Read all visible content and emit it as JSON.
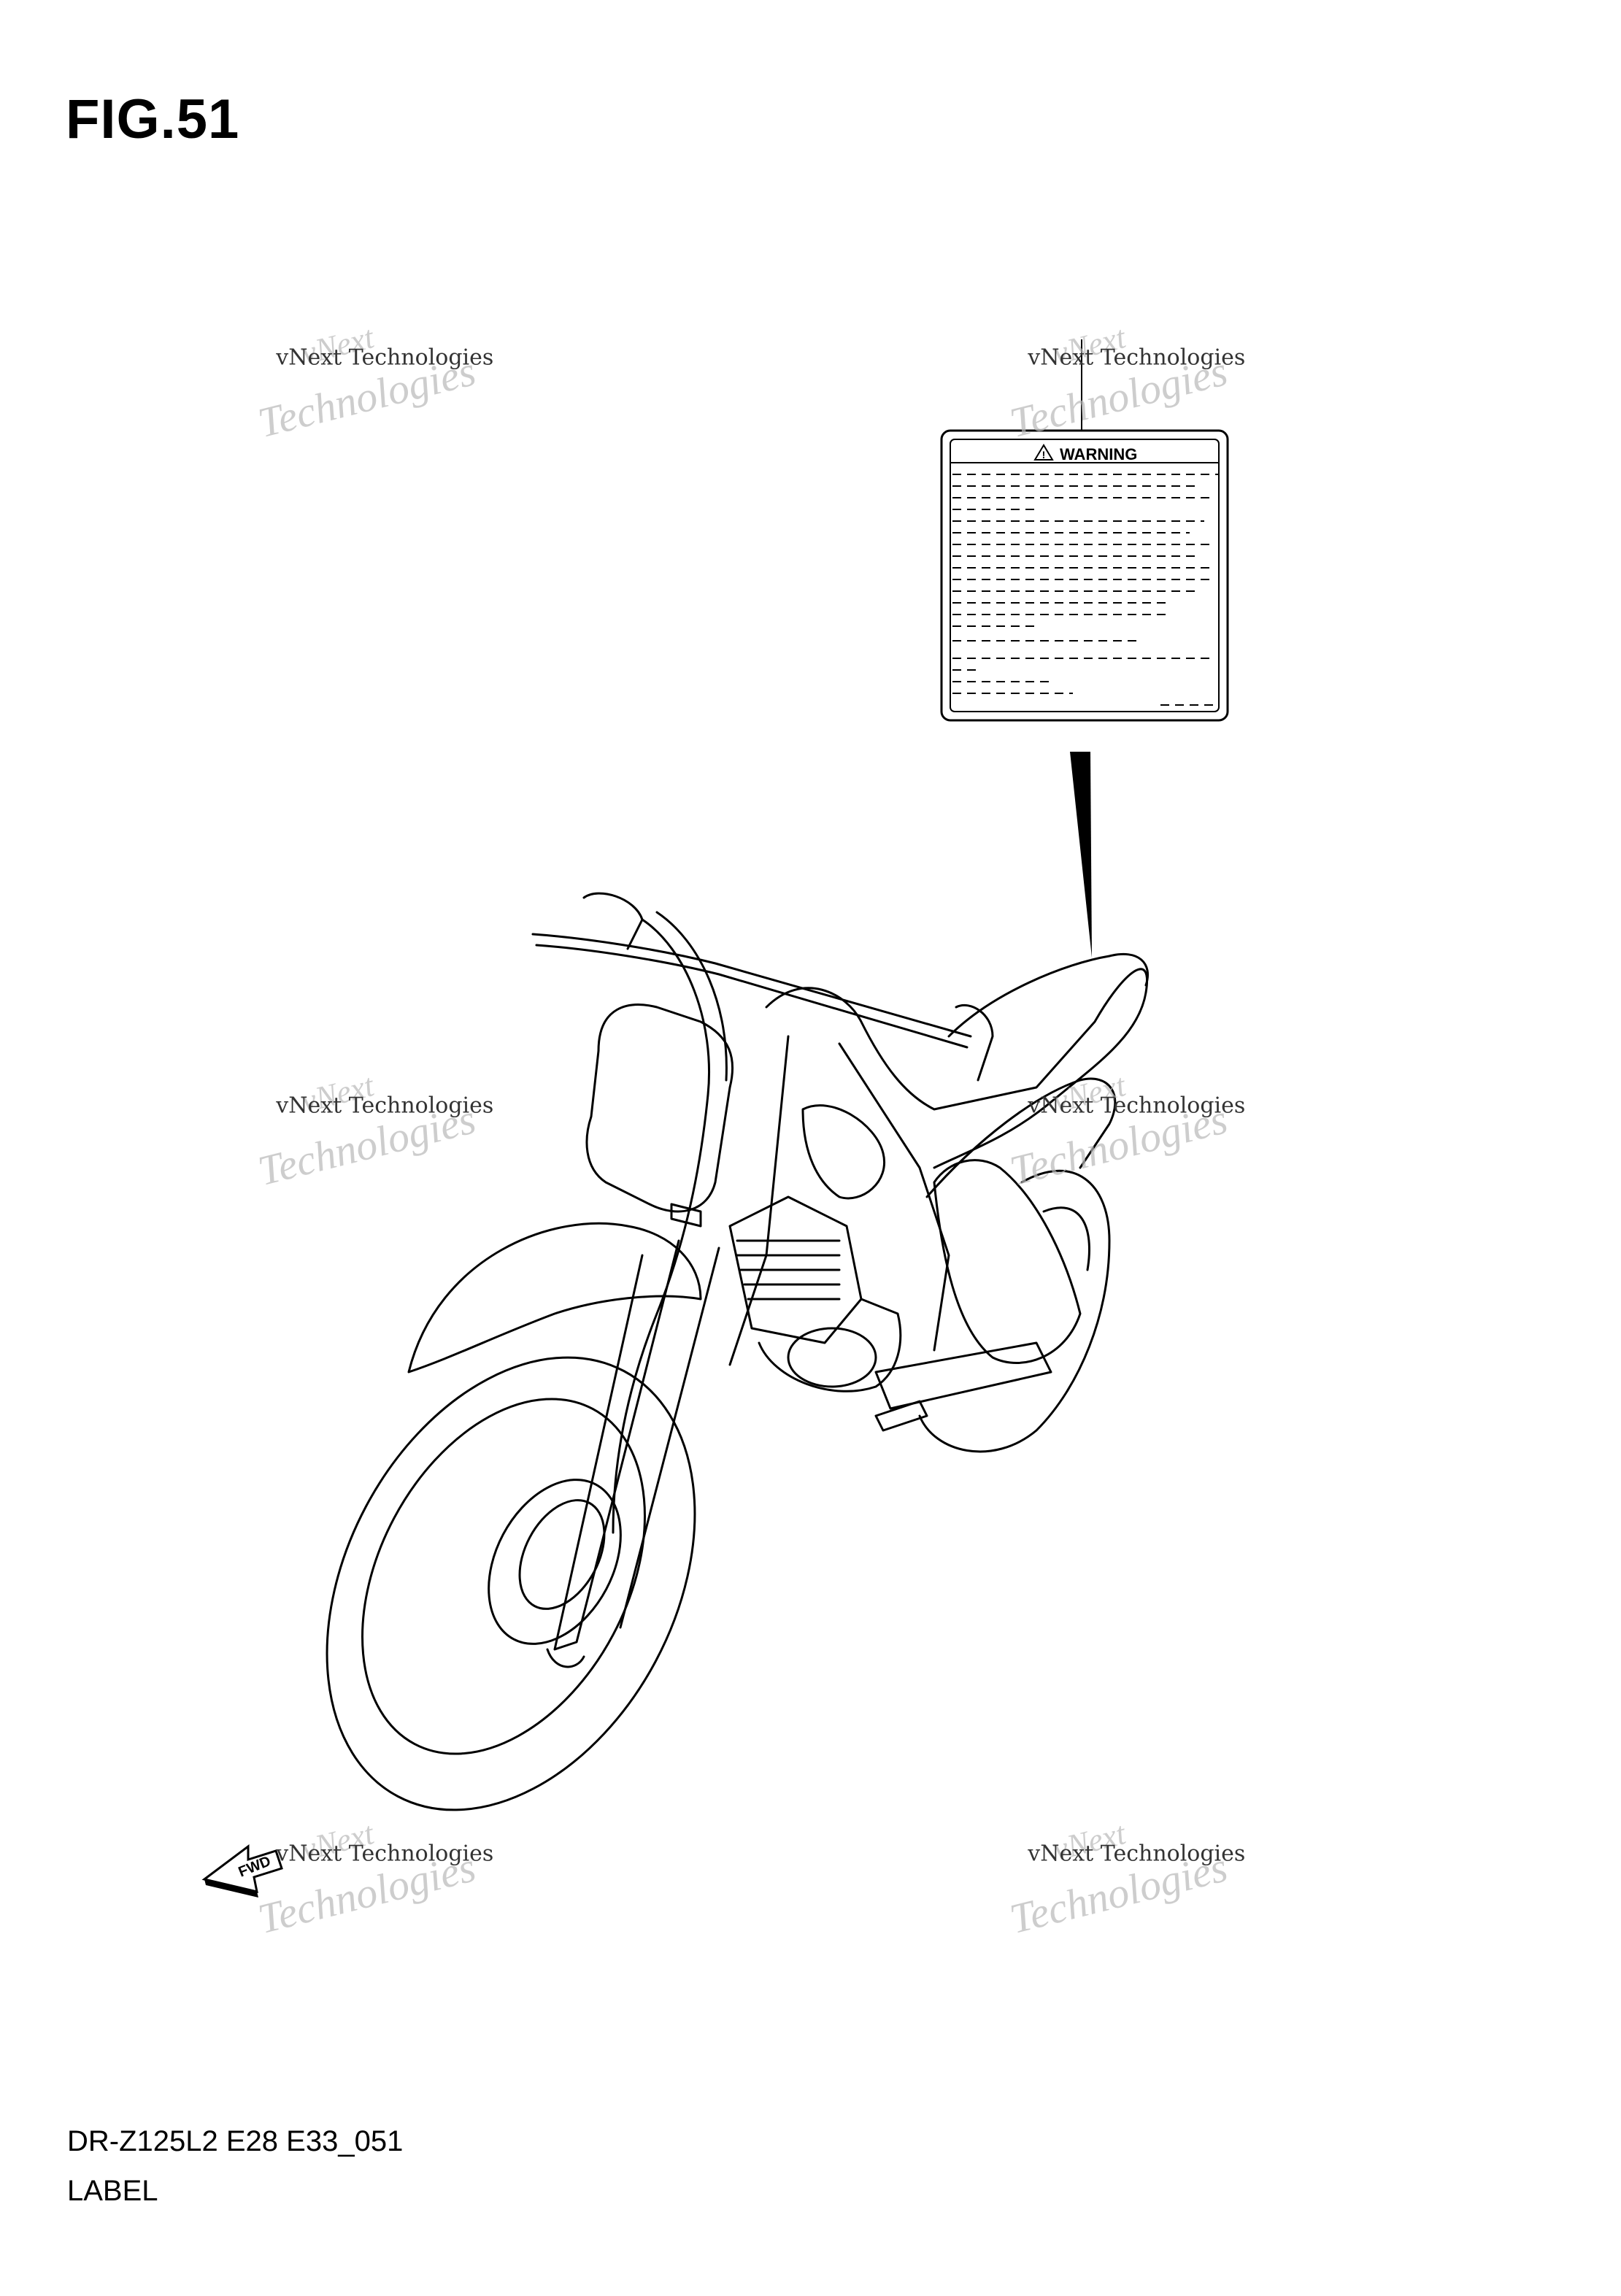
{
  "figure": {
    "title": "FIG.51",
    "code": "DR-Z125L2 E28 E33_051",
    "name": "LABEL"
  },
  "warning_label": {
    "heading": "WARNING"
  },
  "fwd_arrow": {
    "text": "FWD"
  },
  "watermark": {
    "line1": "vNext",
    "line2": "vNext Technologies",
    "line3": "Technologies"
  }
}
